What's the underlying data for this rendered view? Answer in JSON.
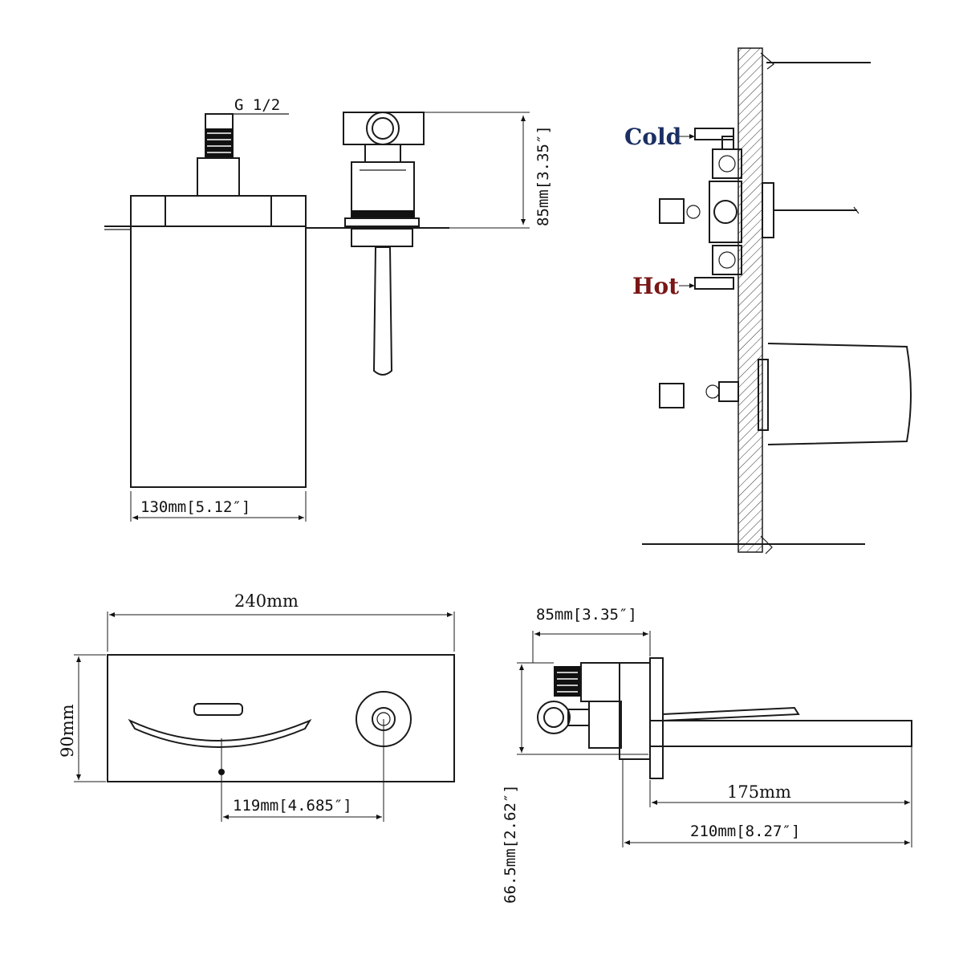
{
  "labels": {
    "thread": "G 1/2",
    "cold": "Cold",
    "hot": "Hot"
  },
  "dimensions": {
    "side_height": "85mm[3.35″]",
    "front_width": "130mm[5.12″]",
    "top_width": "240mm",
    "top_height": "90mm",
    "handle_offset": "119mm[4.685″]",
    "side_depth": "85mm[3.35″]",
    "spout_reach": "175mm",
    "total_reach": "210mm[8.27″]",
    "spout_height": "66.5mm[2.62″]"
  }
}
